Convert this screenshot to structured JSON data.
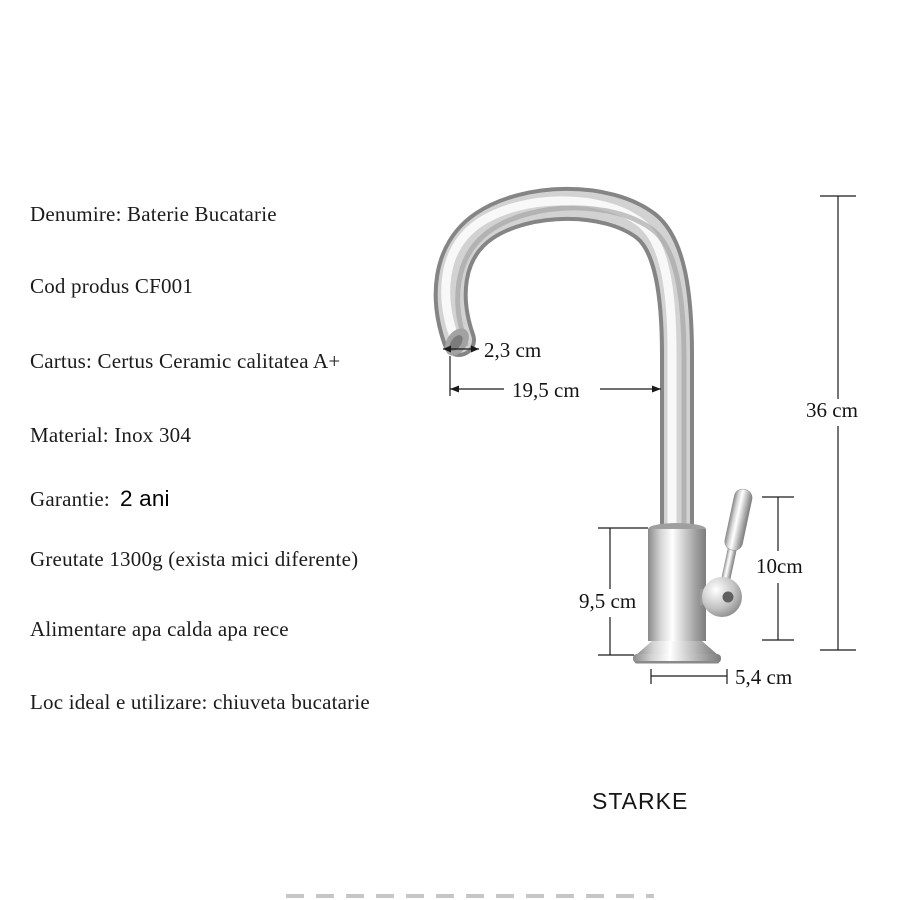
{
  "specs": {
    "items": [
      {
        "text": "Denumire: Baterie Bucatarie"
      },
      {
        "text": "Cod produs CF001"
      },
      {
        "text": "Cartus: Certus Ceramic calitatea A+"
      },
      {
        "text": "Material: Inox 304"
      },
      {
        "label": "Garantie:",
        "value": "2 ani"
      },
      {
        "text": "Greutate 1300g (exista mici diferente)"
      },
      {
        "text": "Alimentare apa calda apa rece"
      },
      {
        "text": "Loc ideal e utilizare: chiuveta bucatarie"
      }
    ]
  },
  "diagram": {
    "dimensions": {
      "spout_diameter": "2,3 cm",
      "spout_reach": "19,5 cm",
      "total_height": "36 cm",
      "handle_height": "10cm",
      "body_height": "9,5 cm",
      "base_width": "5,4 cm"
    },
    "brand": "STARKE",
    "colors": {
      "chrome_light": "#f8f8f8",
      "chrome_mid": "#cfcfcf",
      "chrome_dark": "#858585",
      "line": "#1a1a1a"
    }
  }
}
